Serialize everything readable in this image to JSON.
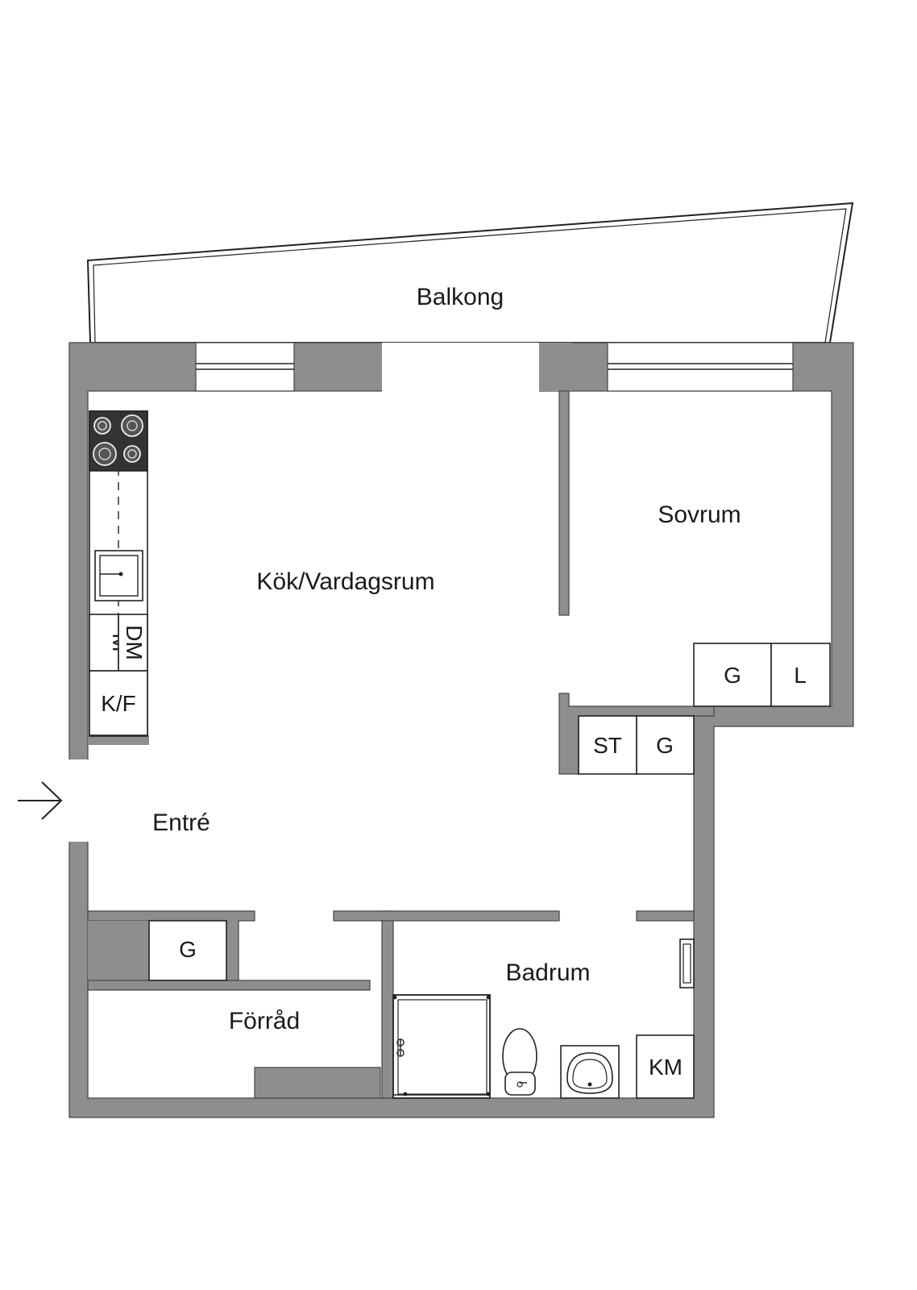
{
  "rooms": {
    "balcony": "Balkong",
    "living": "Kök/Vardagsrum",
    "bedroom": "Sovrum",
    "entry": "Entré",
    "storage": "Förråd",
    "bathroom": "Badrum"
  },
  "fixtures": {
    "microwave": "M",
    "dishwasher": "DM",
    "fridge_freezer": "K/F",
    "bedroom_wardrobe": "G",
    "bedroom_linen": "L",
    "cleaning_closet": "ST",
    "hall_wardrobe": "G",
    "storage_wardrobe": "G",
    "washing_machine": "KM"
  },
  "colors": {
    "wall": "#8e8e8e",
    "line": "#222222",
    "background": "#ffffff",
    "stove": "#333333"
  },
  "icons": {
    "entrance": "arrow-right-icon",
    "stove": "stove-icon",
    "sink": "sink-icon",
    "toilet": "toilet-icon",
    "washbasin": "washbasin-icon",
    "shower": "shower-icon",
    "radiator": "radiator-icon"
  }
}
